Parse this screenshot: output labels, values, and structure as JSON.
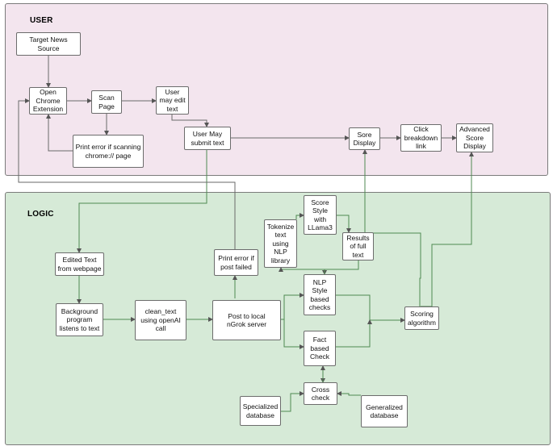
{
  "lanes": {
    "user": "USER",
    "logic": "LOGIC"
  },
  "nodes": {
    "target_news_source": "Target News\nSource",
    "open_chrome_extension": "Open\nChrome\nExtension",
    "scan_page": "Scan\nPage",
    "user_may_edit_text": "User\nmay edit\ntext",
    "print_error_scanning": "Print error if scanning\nchrome://  page",
    "user_may_submit_text": "User May\nsubmit text",
    "sore_display": "Sore\nDisplay",
    "click_breakdown_link": "Click\nbreakdown\nlink",
    "advanced_score_display": "Advanced\nScore\nDisplay",
    "score_style_llama3": "Score\nStyle\nwith\nLLama3",
    "tokenize_text": "Tokenize\ntext\nusing\nNLP\nlibrary",
    "results_full_text": "Results\nof full\ntext",
    "print_error_post_failed": "Print error if\npost failed",
    "edited_text": "Edited Text\nfrom webpage",
    "nlp_style_checks": "NLP\nStyle\nbased\nchecks",
    "background_program": "Background\nprogram\nlistens to text",
    "clean_text": "clean_text\nusing openAI\ncall",
    "post_to_local": "Post to local\nnGrok server",
    "scoring_algorithm": "Scoring\nalgorithm",
    "fact_based_check": "Fact\nbased\nCheck",
    "cross_check": "Cross\ncheck",
    "specialized_database": "Specialized\ndatabase",
    "generalized_database": "Generalized\ndatabase"
  }
}
